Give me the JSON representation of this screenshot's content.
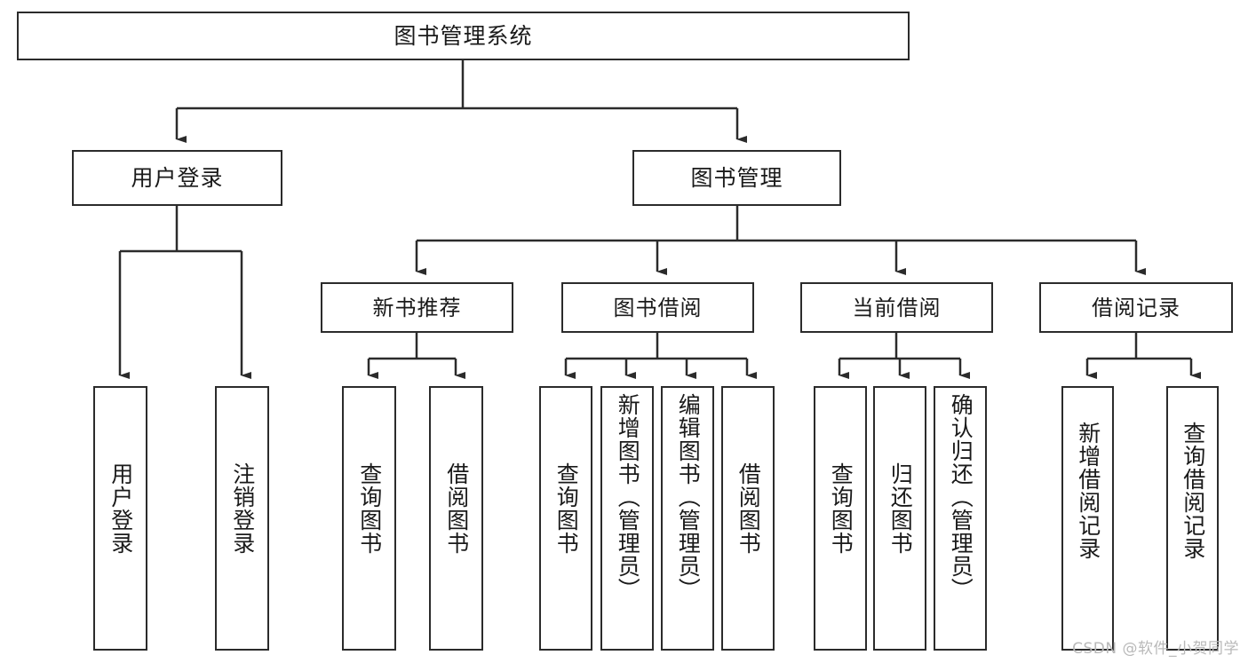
{
  "diagram": {
    "type": "tree-hierarchy-chart",
    "title": "图书管理系统",
    "watermark": "CSDN @软件_小贺同学",
    "colors": {
      "box_border": "#2b2b2b",
      "box_fill": "#ffffff",
      "edge": "#2b2b2b",
      "text": "#1a1a1a",
      "watermark": "#b9b9b9",
      "background": "#ffffff"
    },
    "nodes": {
      "root": {
        "label": "图书管理系统"
      },
      "level2": [
        {
          "label": "用户登录"
        },
        {
          "label": "图书管理"
        }
      ],
      "level3": [
        {
          "label": "新书推荐"
        },
        {
          "label": "图书借阅"
        },
        {
          "label": "当前借阅"
        },
        {
          "label": "借阅记录"
        }
      ],
      "leaves": [
        {
          "label": "用户登录",
          "parent": "用户登录"
        },
        {
          "label": "注销登录",
          "parent": "用户登录"
        },
        {
          "label": "查询图书",
          "parent": "新书推荐"
        },
        {
          "label": "借阅图书",
          "parent": "新书推荐"
        },
        {
          "label": "查询图书",
          "parent": "图书借阅"
        },
        {
          "label": "新增图书（管理员）",
          "parent": "图书借阅"
        },
        {
          "label": "编辑图书（管理员）",
          "parent": "图书借阅"
        },
        {
          "label": "借阅图书",
          "parent": "图书借阅"
        },
        {
          "label": "查询图书",
          "parent": "当前借阅"
        },
        {
          "label": "归还图书",
          "parent": "当前借阅"
        },
        {
          "label": "确认归还（管理员）",
          "parent": "当前借阅"
        },
        {
          "label": "新增借阅记录",
          "parent": "借阅记录"
        },
        {
          "label": "查询借阅记录",
          "parent": "借阅记录"
        }
      ]
    }
  }
}
